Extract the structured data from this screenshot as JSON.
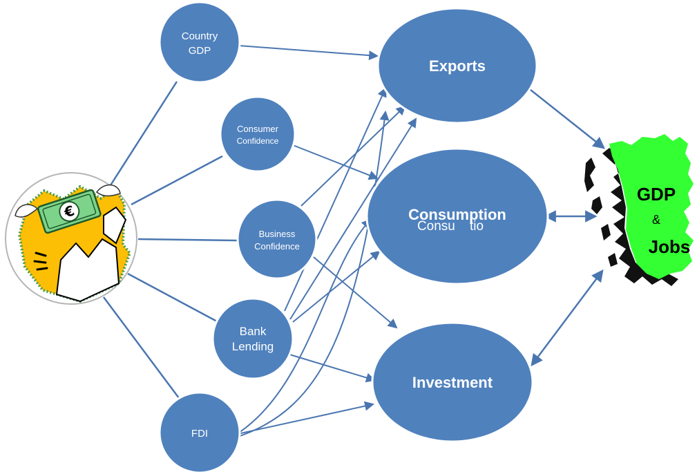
{
  "colors": {
    "node_fill": "#4f81bd",
    "node_stroke": "#ffffff",
    "edge": "#4a76b0",
    "map_green": "#33ff33",
    "map_black": "#111111",
    "egg_yellow": "#fdbf05",
    "egg_rim": "#3f9a52",
    "note_green": "#7ed38b"
  },
  "factors": {
    "country_gdp": [
      "Country",
      "GDP"
    ],
    "consumer_confidence": [
      "Consumer",
      "Confidence"
    ],
    "business_confidence": [
      "Business",
      "Confidence"
    ],
    "bank_lending": [
      "Bank",
      "Lending"
    ],
    "fdi": "FDI"
  },
  "outcomes": {
    "exports": "Exports",
    "consumption": "Consumption",
    "consumption_overlap": "Consu    tio",
    "investment": "Investment"
  },
  "map": {
    "gdp": "GDP",
    "and": "&",
    "jobs": "Jobs"
  },
  "icons": {
    "source": "euro-hatching-egg-icon",
    "currency_symbol": "€",
    "destination": "scotland-map-icon"
  }
}
